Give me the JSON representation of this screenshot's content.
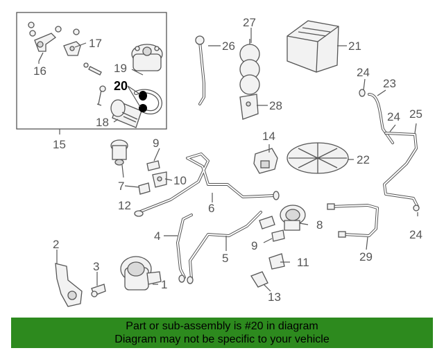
{
  "callouts": {
    "c1": "1",
    "c2": "2",
    "c3": "3",
    "c4": "4",
    "c5": "5",
    "c6": "6",
    "c7": "7",
    "c8": "8",
    "c9a": "9",
    "c9b": "9",
    "c10": "10",
    "c11": "11",
    "c12": "12",
    "c13": "13",
    "c14": "14",
    "c15": "15",
    "c16": "16",
    "c17": "17",
    "c18": "18",
    "c19": "19",
    "c20": "20",
    "c21": "21",
    "c22": "22",
    "c23": "23",
    "c24a": "24",
    "c24b": "24",
    "c24c": "24",
    "c25": "25",
    "c26": "26",
    "c27": "27",
    "c28": "28",
    "c29": "29"
  },
  "highlighted_part": "20",
  "colors": {
    "banner": "#2d8a1e",
    "line": "#555555",
    "highlight": "#000000"
  },
  "footer": {
    "line1": "Part or sub-assembly is #20 in diagram",
    "line2": "Diagram may not be specific to your vehicle"
  }
}
